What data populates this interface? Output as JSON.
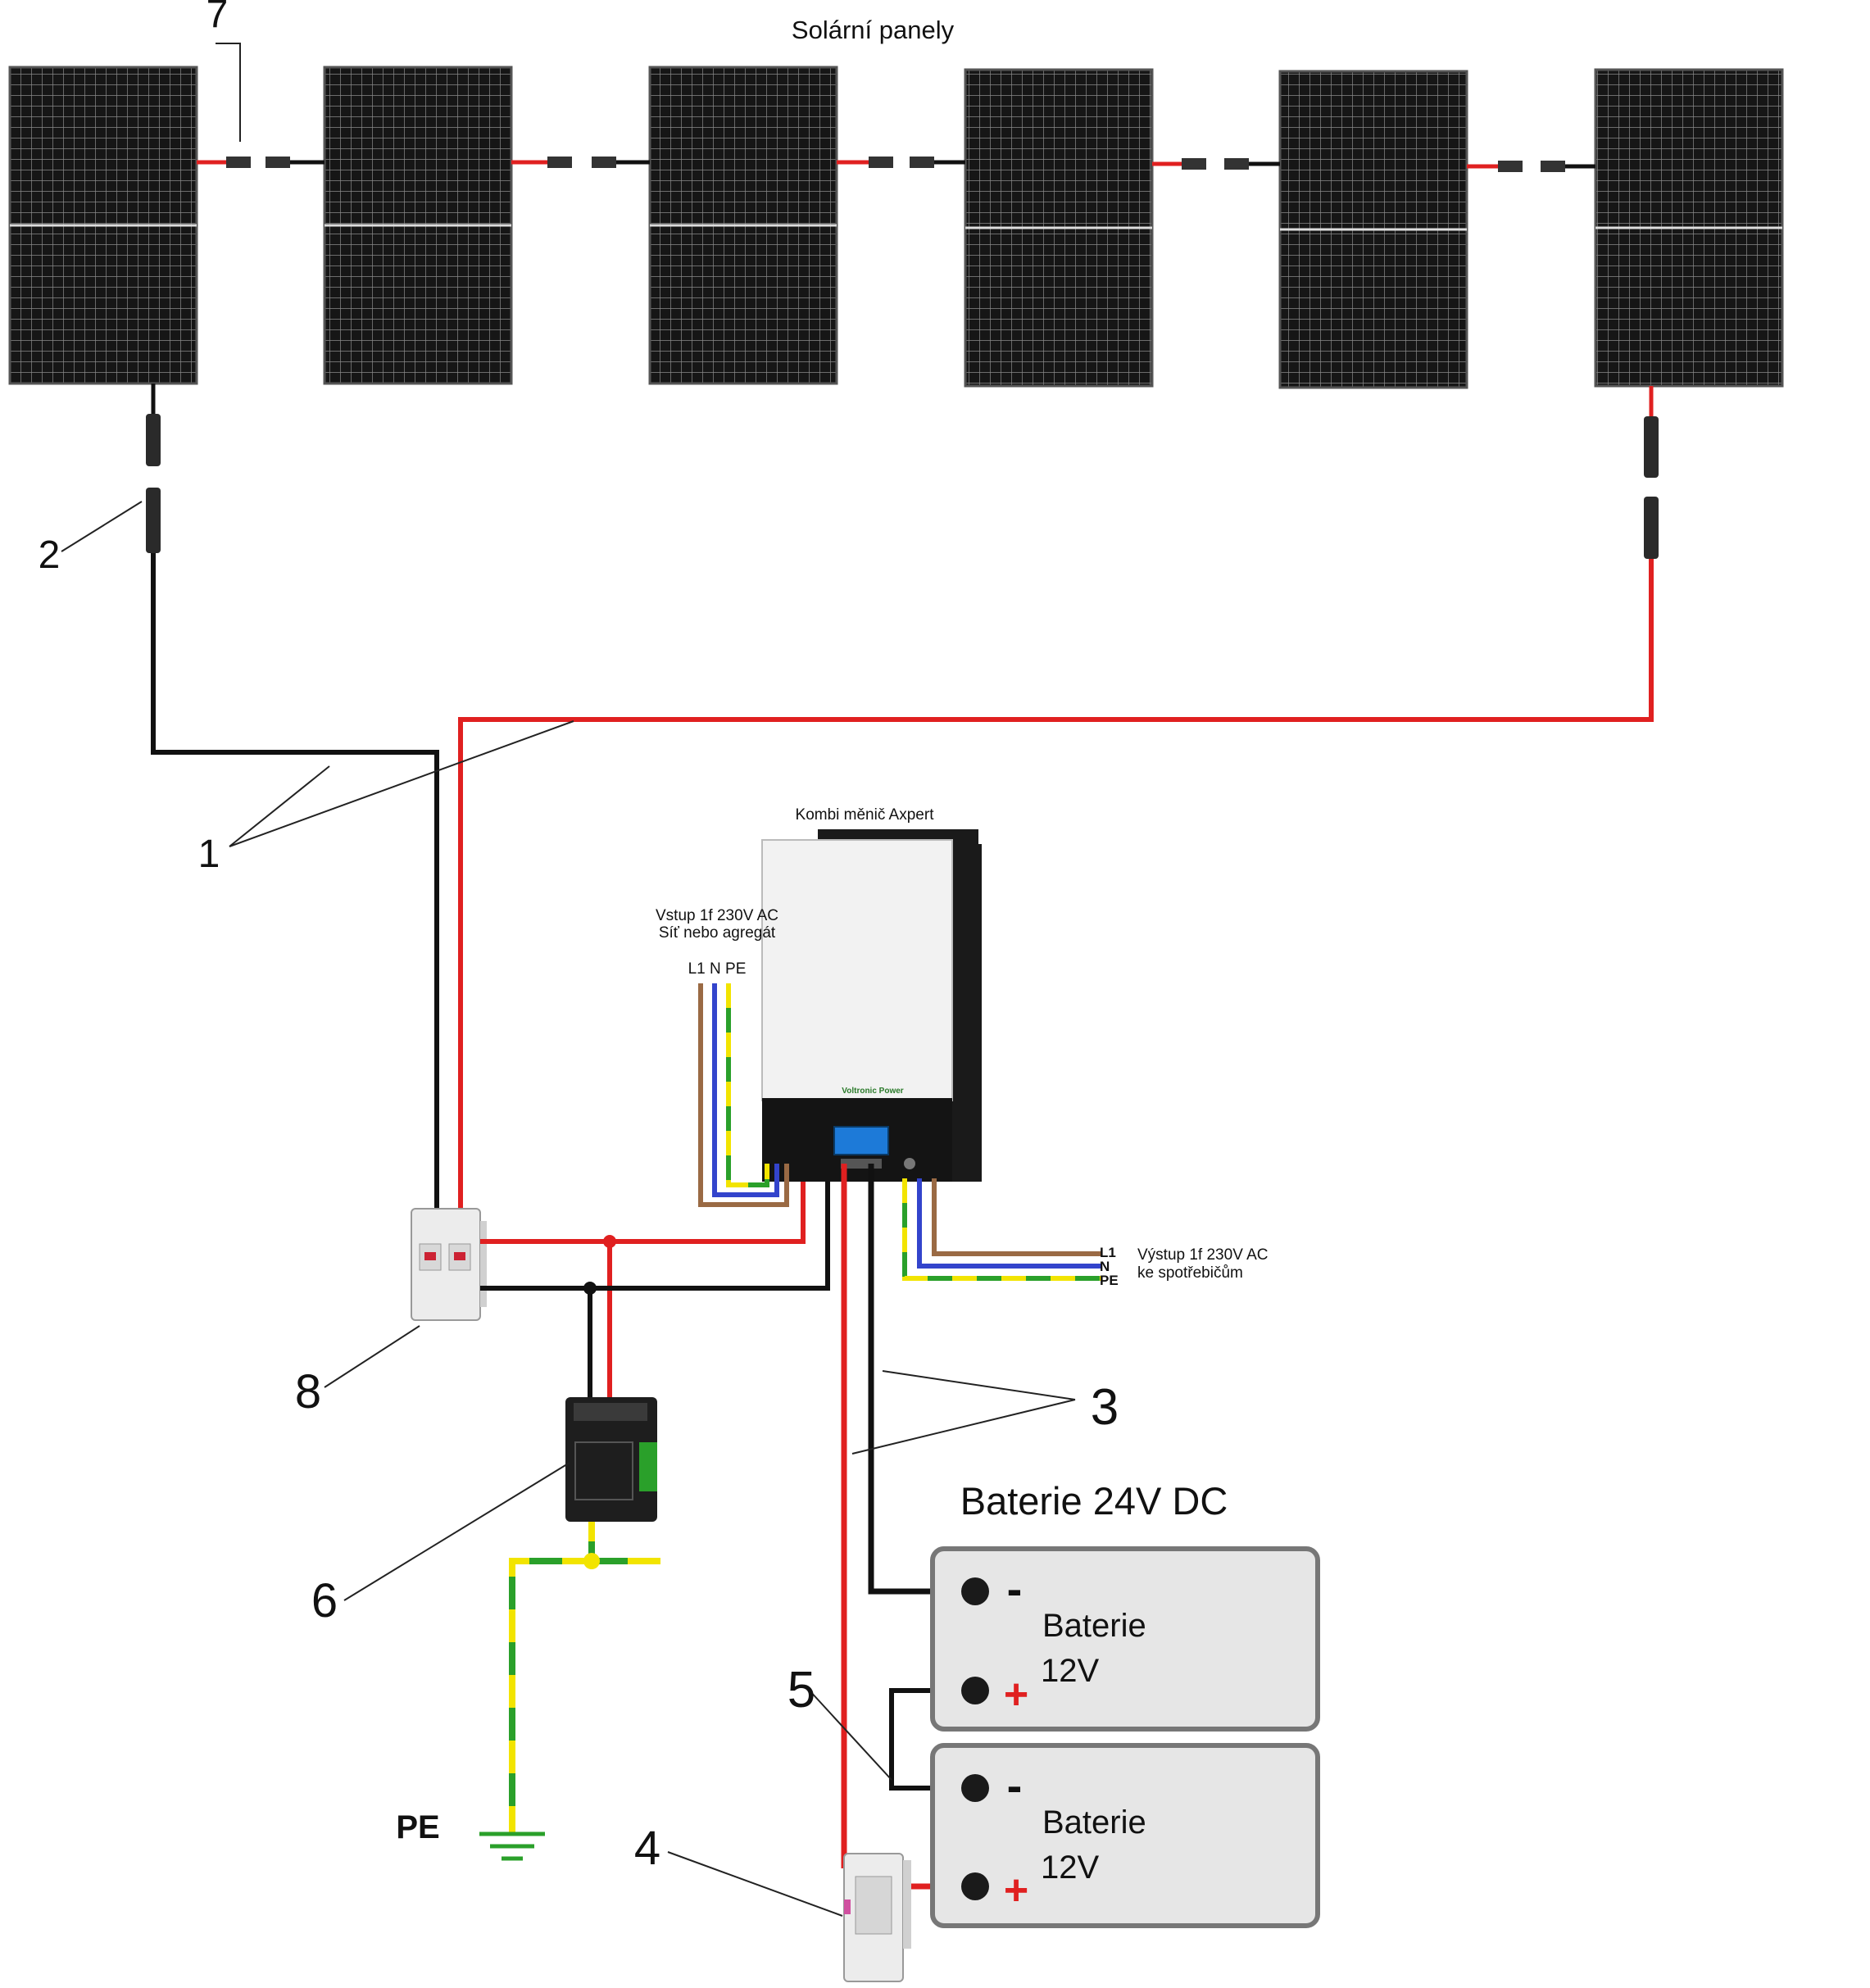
{
  "title": "Solární panely",
  "inverter": {
    "title": "Kombi měnič Axpert",
    "brand": "Voltronic Power"
  },
  "ac_input": {
    "line1": "Vstup 1f 230V AC",
    "line2": "Síť nebo agregát",
    "terminals": "L1 N PE"
  },
  "ac_output": {
    "line1": "Výstup 1f 230V AC",
    "line2": "ke spotřebičům",
    "l1": "L1",
    "n": "N",
    "pe": "PE"
  },
  "battery_bank": {
    "title": "Baterie 24V DC",
    "batteries": [
      {
        "name": "Baterie",
        "voltage": "12V",
        "minus": "-",
        "plus": "+"
      },
      {
        "name": "Baterie",
        "voltage": "12V",
        "minus": "-",
        "plus": "+"
      }
    ]
  },
  "ground_label": "PE",
  "callouts": [
    "1",
    "2",
    "3",
    "4",
    "5",
    "6",
    "7",
    "8"
  ],
  "colors": {
    "positive": "#e02020",
    "negative": "#111111",
    "live": "#9a6a44",
    "neutral": "#3344cc",
    "earth_green": "#2aa02a",
    "earth_yellow": "#f2e400",
    "panel": "#1a1a1a",
    "battery_fill": "#e6e6e6"
  }
}
